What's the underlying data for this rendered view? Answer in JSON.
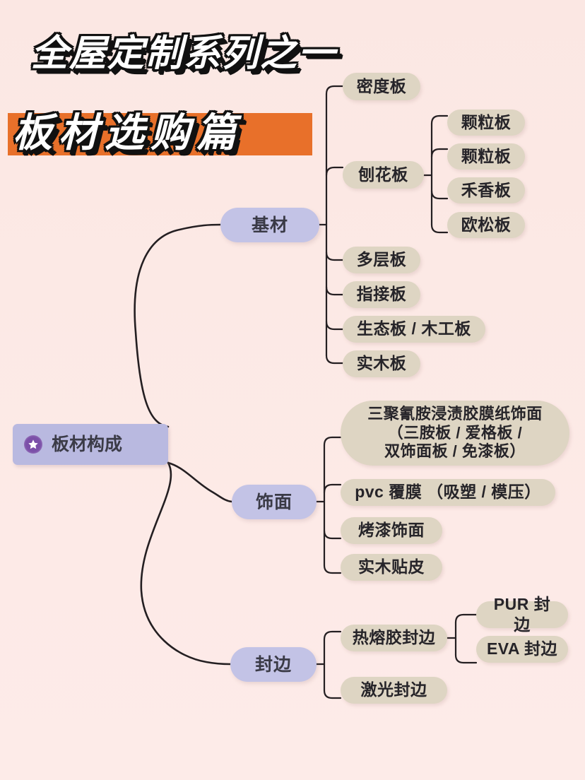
{
  "header": {
    "title_line1": "全屋定制系列之一",
    "title_line2": "板材选购篇",
    "banner_color": "#e8702a"
  },
  "theme": {
    "background_top": "#fbe7e3",
    "background_bottom": "#fdebe8",
    "root_fill": "#b9b9e0",
    "branch_fill": "#c3c3e6",
    "leaf_fill": "#ded5c3",
    "connector": "#241f22",
    "star_badge": "#7b4fa8"
  },
  "mindmap": {
    "root": {
      "label": "板材构成",
      "icon": "star-icon"
    },
    "branches": [
      {
        "id": "base-material",
        "label": "基材",
        "children": [
          {
            "id": "mdf",
            "label": "密度板",
            "children": []
          },
          {
            "id": "particle-board",
            "label": "刨花板",
            "children": [
              {
                "id": "particle-1",
                "label": "颗粒板"
              },
              {
                "id": "particle-2",
                "label": "颗粒板"
              },
              {
                "id": "straw-board",
                "label": "禾香板"
              },
              {
                "id": "osb",
                "label": "欧松板"
              }
            ]
          },
          {
            "id": "plywood",
            "label": "多层板",
            "children": []
          },
          {
            "id": "finger-joint",
            "label": "指接板",
            "children": []
          },
          {
            "id": "eco-board",
            "label": "生态板 / 木工板",
            "children": []
          },
          {
            "id": "solid-wood",
            "label": "实木板",
            "children": []
          }
        ]
      },
      {
        "id": "surface",
        "label": "饰面",
        "children": [
          {
            "id": "melamine",
            "label": "三聚氰胺浸渍胶膜纸饰面\n（三胺板 / 爱格板 /\n双饰面板 / 免漆板）",
            "children": []
          },
          {
            "id": "pvc",
            "label": "pvc 覆膜 （吸塑 / 模压）",
            "children": []
          },
          {
            "id": "lacquer",
            "label": "烤漆饰面",
            "children": []
          },
          {
            "id": "veneer",
            "label": "实木贴皮",
            "children": []
          }
        ]
      },
      {
        "id": "edge-banding",
        "label": "封边",
        "children": [
          {
            "id": "hotmelt",
            "label": "热熔胶封边",
            "children": [
              {
                "id": "pur",
                "label": "PUR 封边"
              },
              {
                "id": "eva",
                "label": "EVA 封边"
              }
            ]
          },
          {
            "id": "laser",
            "label": "激光封边",
            "children": []
          }
        ]
      }
    ]
  }
}
